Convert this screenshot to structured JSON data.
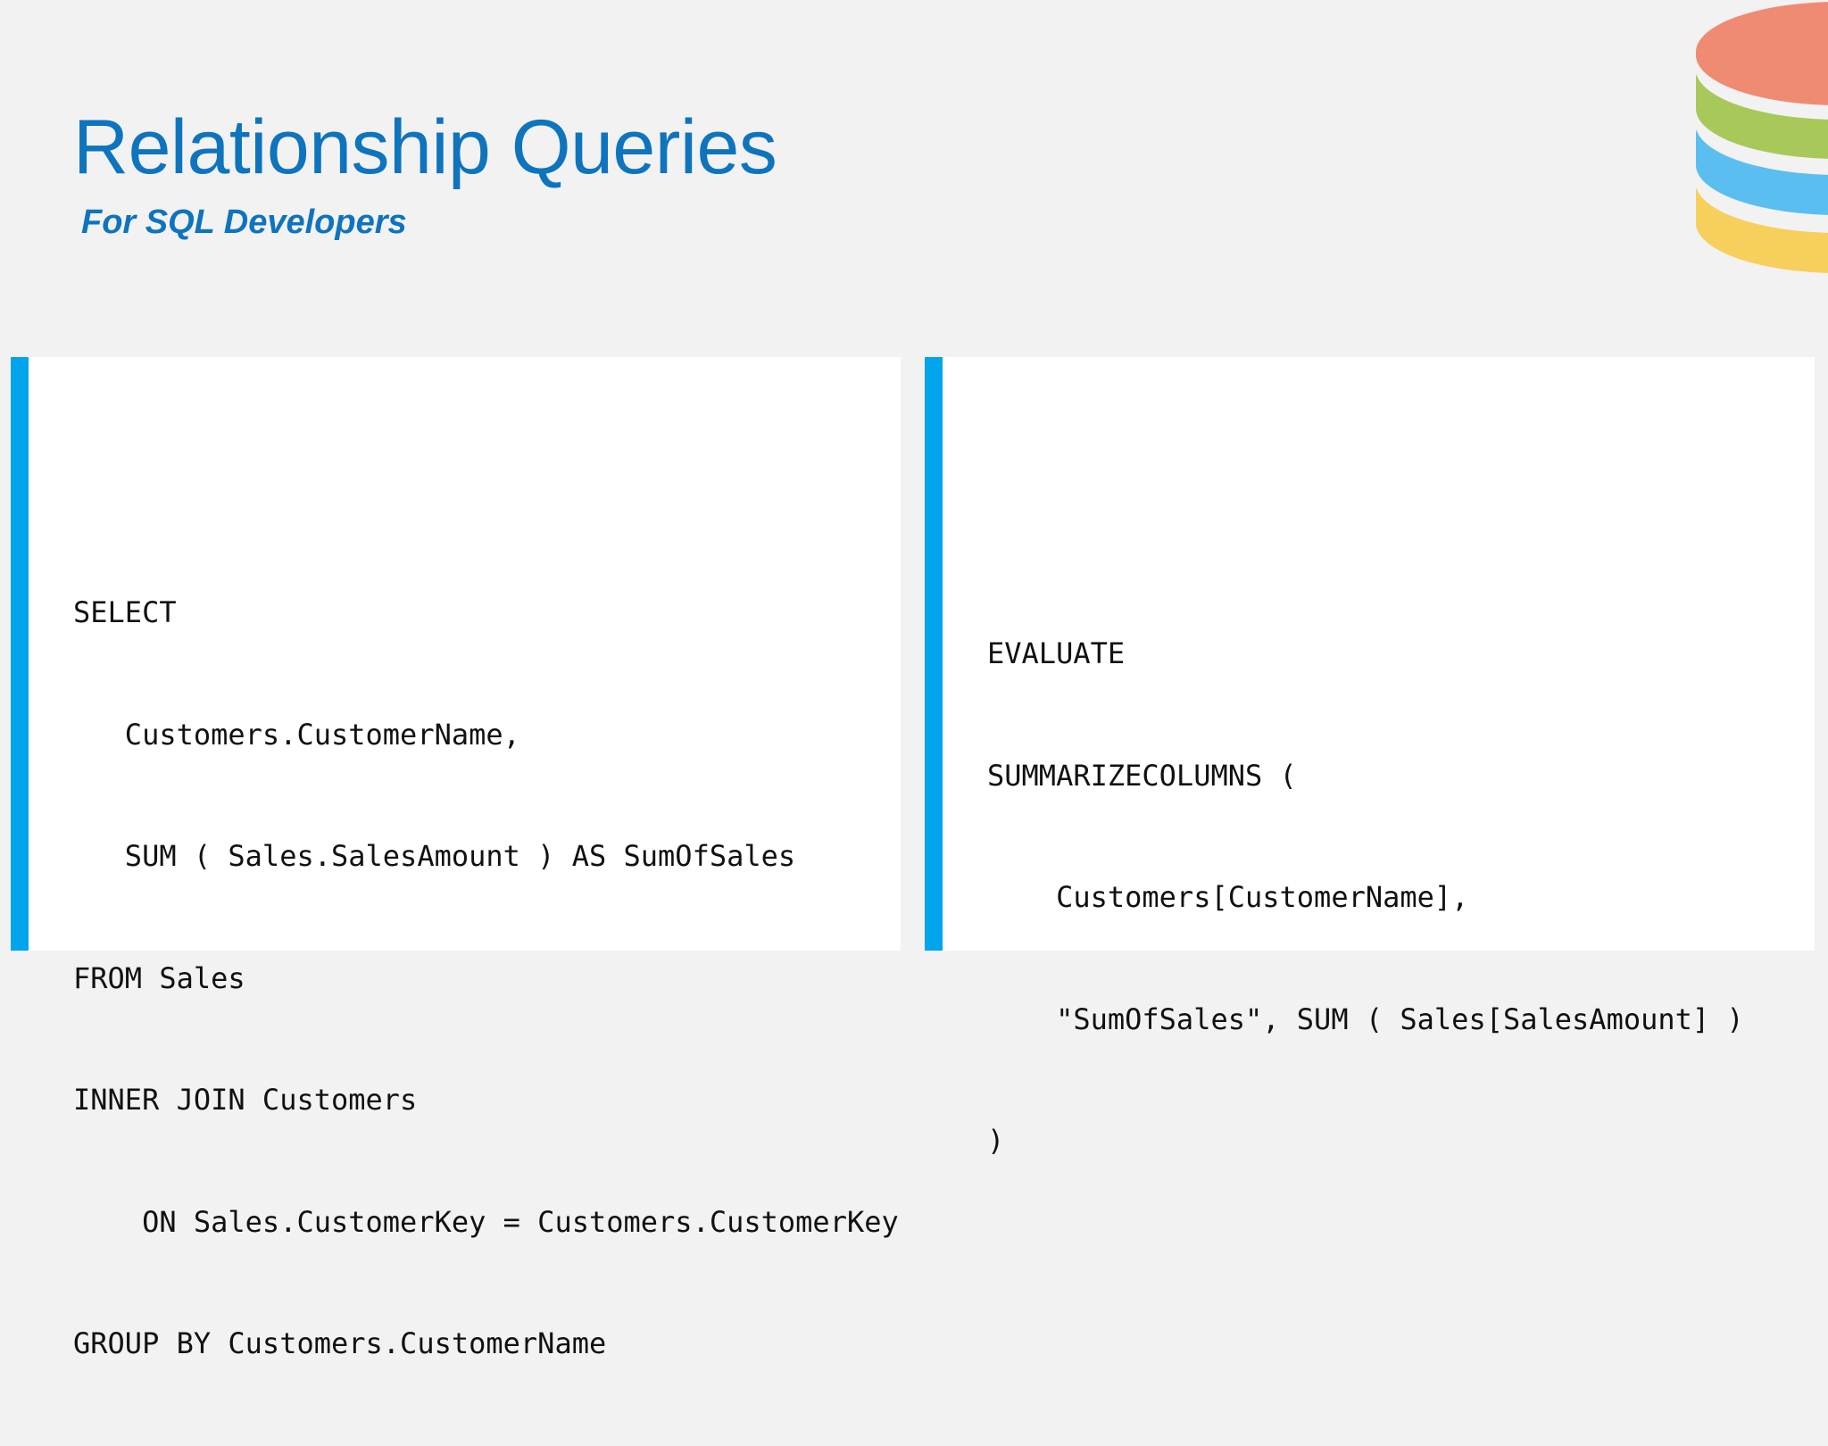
{
  "slide": {
    "title": "Relationship Queries",
    "subtitle": "For SQL Developers"
  },
  "colors": {
    "background": "#f3f2f3",
    "title": "#0e74bd",
    "panel_accent": "#00a5ec",
    "panel_background": "#ffffff",
    "logo_layers": [
      "#ef8b73",
      "#a8c95a",
      "#5bbef0",
      "#f7cf5c"
    ]
  },
  "logo": {
    "icon": "database-stack-icon"
  },
  "sql_panel": {
    "lines": [
      "SELECT",
      "   Customers.CustomerName,",
      "   SUM ( Sales.SalesAmount ) AS SumOfSales",
      "FROM Sales",
      "INNER JOIN Customers",
      "    ON Sales.CustomerKey = Customers.CustomerKey",
      "GROUP BY Customers.CustomerName"
    ]
  },
  "dax_panel": {
    "lines": [
      "EVALUATE",
      "SUMMARIZECOLUMNS (",
      "    Customers[CustomerName],",
      "    \"SumOfSales\", SUM ( Sales[SalesAmount] )",
      ")"
    ]
  }
}
